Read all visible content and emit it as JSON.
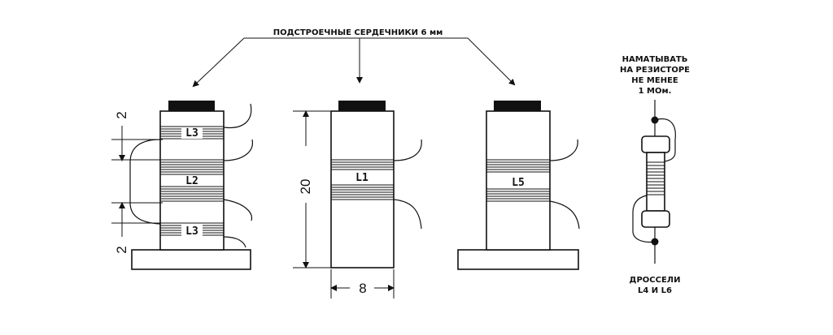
{
  "header": {
    "caption": "ПОДСТРОЕЧНЫЕ  СЕРДЕЧНИКИ  6  мм"
  },
  "coils": {
    "left_top": "L3",
    "left_mid": "L2",
    "left_bottom": "L3",
    "center": "L1",
    "right": "L5"
  },
  "dimensions": {
    "top_gap": "2",
    "bottom_gap": "2",
    "height": "20",
    "width": "8"
  },
  "resistor_note": {
    "line1": "НАМАТЫВАТЬ",
    "line2": "НА РЕЗИСТОРЕ",
    "line3": "НЕ   МЕНЕЕ",
    "line4": "1 МОм."
  },
  "choke_caption": {
    "line1": "ДРОССЕЛИ",
    "line2": "L4   И   L6"
  }
}
